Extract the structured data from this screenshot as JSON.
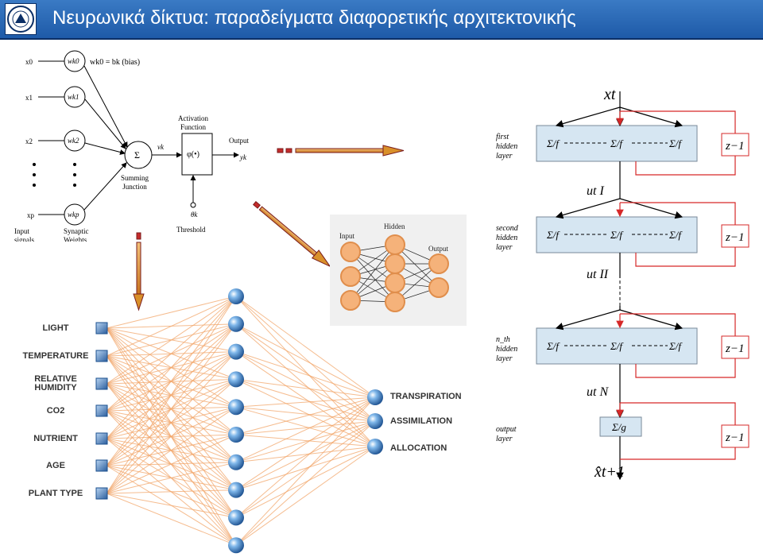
{
  "header": {
    "title": "Νευρωνικά δίκτυα: παραδείγματα διαφορετικής αρχιτεκτονικής"
  },
  "perceptron": {
    "inputs": [
      "x0",
      "x1",
      "x2",
      "xp"
    ],
    "weights": [
      "wk0",
      "wk1",
      "wk2",
      "wkp"
    ],
    "bias_note": "wk0 = bk (bias)",
    "sum_symbol": "Σ",
    "vk": "vk",
    "activation_title": "Activation\nFunction",
    "activation_symbol": "φ(•)",
    "output_label": "Output",
    "yk": "yk",
    "summing_label": "Summing\nJunction",
    "theta": "θk",
    "threshold_label": "Threshold",
    "input_signals": "Input\nsignals",
    "synaptic_weights": "Synaptic\nWeights"
  },
  "small_net": {
    "input": "Input",
    "hidden": "Hidden",
    "output": "Output"
  },
  "plant_net": {
    "inputs": [
      "LIGHT",
      "TEMPERATURE",
      "RELATIVE\nHUMIDITY",
      "CO2",
      "NUTRIENT",
      "AGE",
      "PLANT TYPE"
    ],
    "outputs": [
      "TRANSPIRATION",
      "ASSIMILATION",
      "ALLOCATION"
    ],
    "hidden_count": 10
  },
  "recurrent": {
    "x_in": "xt",
    "layers": [
      {
        "label": "first\nhidden\nlayer",
        "cells": [
          "Σ/f",
          "Σ/f",
          "Σ/f"
        ],
        "delay": "z−1"
      },
      {
        "label": "second\nhidden\nlayer",
        "cells": [
          "Σ/f",
          "Σ/f",
          "Σ/f"
        ],
        "delay": "z−1"
      },
      {
        "label": "n_th\nhidden\nlayer",
        "cells": [
          "Σ/f",
          "Σ/f",
          "Σ/f"
        ],
        "delay": "z−1"
      }
    ],
    "u_labels": [
      "ut I",
      "ut II",
      "ut N"
    ],
    "output_label": "output\nlayer",
    "output_cell": "Σ/g",
    "output_delay": "z−1",
    "x_out": "x̂t+1"
  }
}
